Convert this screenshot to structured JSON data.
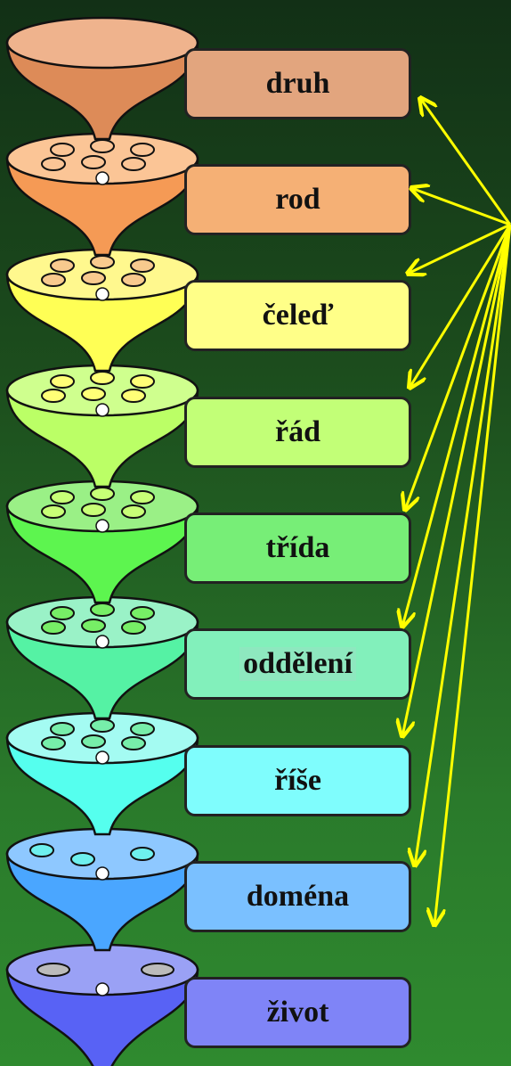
{
  "levels": [
    {
      "label": "druh",
      "color": "#dd8b58",
      "rim": "#efb38d",
      "box": "#e2a57e",
      "hole": "#f7c79f",
      "holes": 0
    },
    {
      "label": "rod",
      "color": "#f59a55",
      "rim": "#fbc596",
      "box": "#f5b075",
      "hole": "#fbc596",
      "holes": 6
    },
    {
      "label": "čeleď",
      "color": "#ffff55",
      "rim": "#fff88e",
      "box": "#ffff88",
      "hole": "#f8ca8e",
      "holes": 6
    },
    {
      "label": "řád",
      "color": "#bbff66",
      "rim": "#cfff8e",
      "box": "#c2ff77",
      "hole": "#ffff77",
      "holes": 6
    },
    {
      "label": "třída",
      "color": "#5df54f",
      "rim": "#9af086",
      "box": "#77ee77",
      "hole": "#c8ff77",
      "holes": 6
    },
    {
      "label": "oddělení",
      "color": "#55f2a4",
      "rim": "#9af2c7",
      "box": "#82f0bb",
      "hole": "#77ee66",
      "holes": 6
    },
    {
      "label": "říše",
      "color": "#55ffee",
      "rim": "#a4fbf2",
      "box": "#7ffdfd",
      "hole": "#77eeaa",
      "holes": 6
    },
    {
      "label": "doména",
      "color": "#4aa6ff",
      "rim": "#8ec8ff",
      "box": "#7ac0ff",
      "hole": "#6ef0ee",
      "holes": 3
    },
    {
      "label": "život",
      "color": "#5862f5",
      "rim": "#9aa1f5",
      "box": "#7f84f7",
      "hole": "#bbbbbb",
      "holes": 2
    }
  ],
  "arrow_color": "#ffff00"
}
